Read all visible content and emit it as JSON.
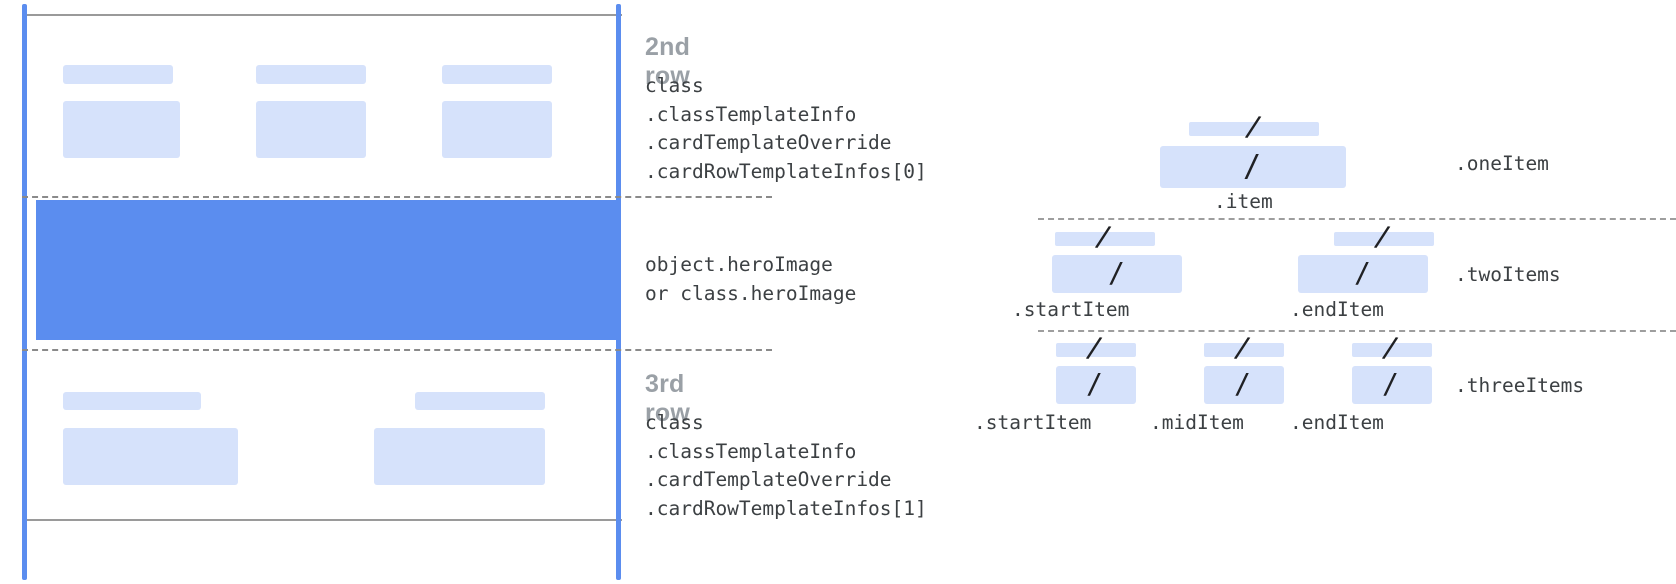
{
  "diagram": {
    "left": {
      "row2": {
        "title": "2nd row",
        "code": "class\n.classTemplateInfo\n.cardTemplateOverride\n.cardRowTemplateInfos[0]"
      },
      "hero": {
        "code": "object.heroImage\nor class.heroImage"
      },
      "row3": {
        "title": "3rd row",
        "code": "class\n.classTemplateInfo\n.cardTemplateOverride\n.cardRowTemplateInfos[1]"
      }
    },
    "right": {
      "groups": [
        {
          "name": ".oneItem",
          "sub_labels": [
            ".item"
          ],
          "slash": "/"
        },
        {
          "name": ".twoItems",
          "sub_labels": [
            ".startItem",
            ".endItem"
          ],
          "slash": "/"
        },
        {
          "name": ".threeItems",
          "sub_labels": [
            ".startItem",
            ".midItem",
            ".endItem"
          ],
          "slash": "/"
        }
      ]
    },
    "colors": {
      "accent": "#5b8def",
      "chip": "#d6e2fb",
      "heading": "#9aa0a6",
      "code": "#3c4043",
      "rule": "#9a9a9a"
    }
  }
}
